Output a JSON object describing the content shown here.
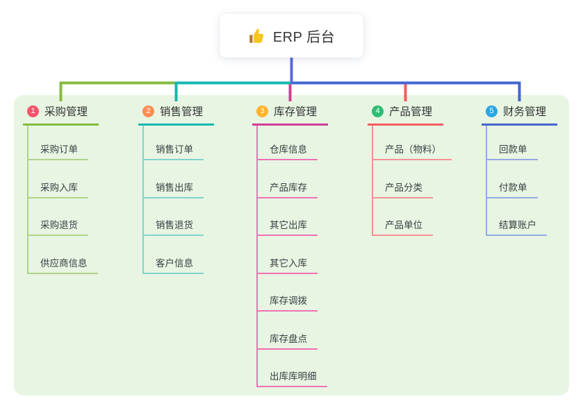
{
  "root": {
    "label": "ERP 后台",
    "icon": "thumbs-up"
  },
  "colors": {
    "stem": "#5a68da",
    "panel_bg": "#e7f5e2",
    "thumb": "#f8c51c",
    "thumb_cuff": "#b5763a"
  },
  "branches": [
    {
      "badge": "1",
      "label": "采购管理",
      "badge_color": "#f3556a",
      "line_color": "#85bb40",
      "child_line_color": "#aed48b",
      "children": [
        "采购订单",
        "采购入库",
        "采购退货",
        "供应商信息"
      ]
    },
    {
      "badge": "2",
      "label": "销售管理",
      "badge_color": "#fd8e51",
      "line_color": "#14b8af",
      "child_line_color": "#82d3cd",
      "children": [
        "销售订单",
        "销售出库",
        "销售退货",
        "客户信息"
      ]
    },
    {
      "badge": "3",
      "label": "库存管理",
      "badge_color": "#ffb32a",
      "line_color": "#cf3e98",
      "child_line_color": "#ee72b4",
      "children": [
        "仓库信息",
        "产品库存",
        "其它出库",
        "其它入库",
        "库存调拨",
        "库存盘点",
        "出库库明细"
      ]
    },
    {
      "badge": "4",
      "label": "产品管理",
      "badge_color": "#2ebd72",
      "line_color": "#f55b61",
      "child_line_color": "#f69095",
      "children": [
        "产品（物料）",
        "产品分类",
        "产品单位"
      ]
    },
    {
      "badge": "5",
      "label": "财务管理",
      "badge_color": "#28a7e2",
      "line_color": "#4465d1",
      "child_line_color": "#94a9e4",
      "children": [
        "回款单",
        "付款单",
        "结算账户"
      ]
    }
  ]
}
